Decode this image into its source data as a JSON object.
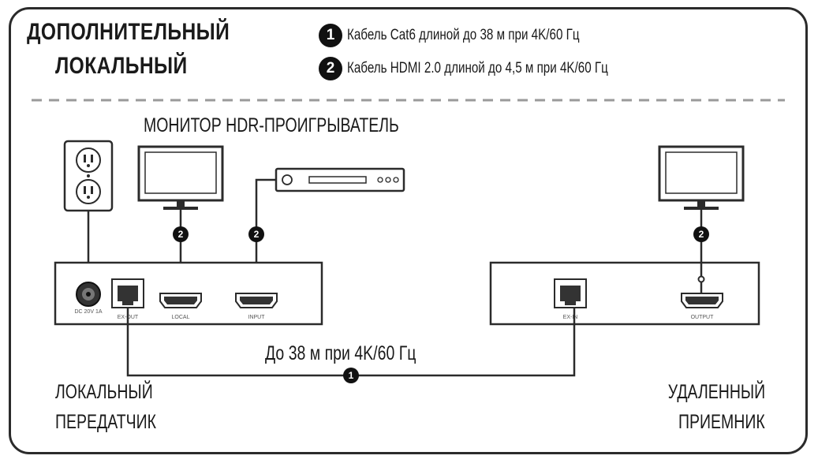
{
  "title": {
    "line1": "ДОПОЛНИТЕЛЬНЫЙ",
    "line2": "ЛОКАЛЬНЫЙ"
  },
  "legend": [
    {
      "number": "1",
      "text": "Кабель Cat6 длиной до 38 м при 4K/60 Гц"
    },
    {
      "number": "2",
      "text": "Кабель HDMI 2.0 длиной до 4,5 м при 4K/60 Гц"
    }
  ],
  "labels": {
    "monitor_player": "МОНИТОР HDR-ПРОИГРЫВАТЕЛЬ",
    "distance": "До 38 м при 4K/60 Гц",
    "transmitter_line1": "ЛОКАЛЬНЫЙ",
    "transmitter_line2": "ПЕРЕДАТЧИК",
    "receiver_line1": "УДАЛЕННЫЙ",
    "receiver_line2": "ПРИЕМНИК"
  },
  "ports": {
    "dc": "DC 20V 1A",
    "tx_ethernet": "EX-OUT",
    "tx_local": "LOCAL",
    "tx_input": "INPUT",
    "rx_ethernet": "EX-IN",
    "rx_output": "OUTPUT"
  },
  "cable_markers": {
    "cat6": "1",
    "hdmi": "2"
  },
  "icons": [
    "power-outlet-icon",
    "monitor-icon",
    "media-player-icon",
    "ethernet-port-icon",
    "hdmi-port-icon",
    "dc-power-jack-icon"
  ],
  "colors": {
    "line": "#2b2b2b",
    "badge": "#111111",
    "dashed": "#9a9a9a"
  }
}
